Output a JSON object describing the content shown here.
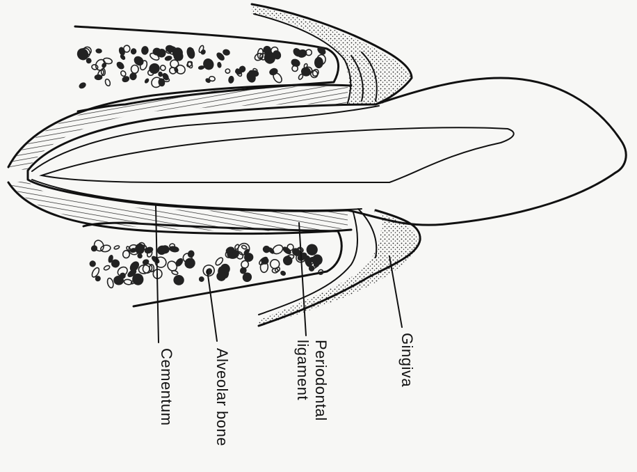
{
  "diagram": {
    "labels": {
      "cementum": "Cementum",
      "alveolar_bone": "Alveolar bone",
      "periodontal_ligament": "Periodontal\nligament",
      "gingiva": "Gingiva"
    }
  }
}
